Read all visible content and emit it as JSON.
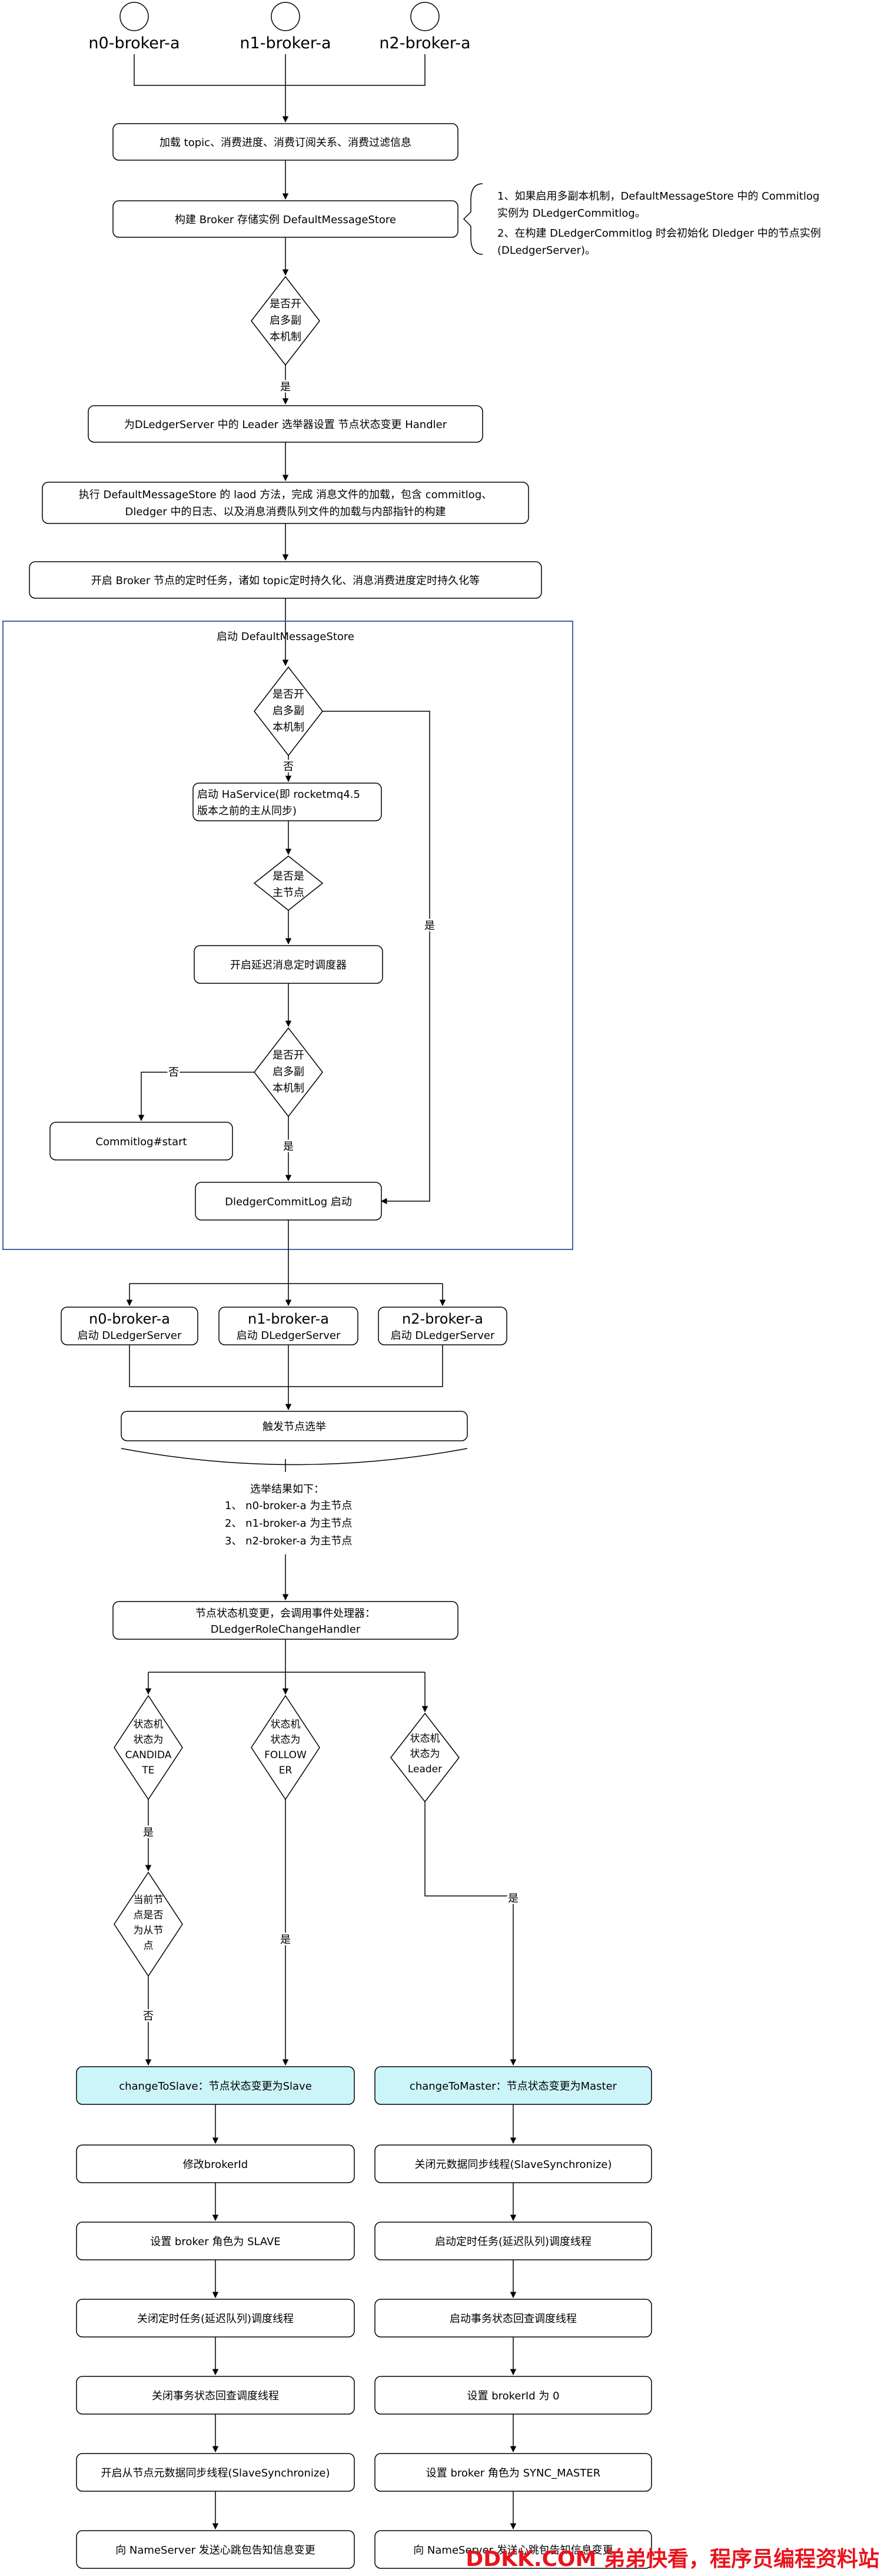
{
  "actors": [
    "n0-broker-a",
    "n1-broker-a",
    "n2-broker-a"
  ],
  "steps": {
    "load": "加载 topic、消费进度、消费订阅关系、消费过滤信息",
    "build_store": "构建 Broker 存储实例 DefaultMessageStore",
    "note_line1": "1、如果启用多副本机制，DefaultMessageStore 中的 Commitlog",
    "note_line2": "实例为 DLedgerCommitlog。",
    "note_line3": "2、在构建 DLedgerCommitlog 时会初始化 Dledger 中的节点实例",
    "note_line4": "(DLedgerServer)。",
    "dec1_line1": "是否开",
    "dec1_line2": "启多副",
    "dec1_line3": "本机制",
    "yes1": "是",
    "set_handler": "为DLedgerServer 中的 Leader 选举器设置 节点状态变更 Handler",
    "laod_line1": "执行 DefaultMessageStore 的 laod 方法，完成 消息文件的加载，包含 commitlog、",
    "laod_line2": "Dledger 中的日志、以及消息消费队列文件的加载与内部指针的构建",
    "timers": "开启 Broker 节点的定时任务，诸如 topic定时持久化、消息消费进度定时持久化等"
  },
  "start_group": {
    "title": "启动 DefaultMessageStore",
    "dec2_line1": "是否开",
    "dec2_line2": "启多副",
    "dec2_line3": "本机制",
    "no2": "否",
    "yes2": "是",
    "haservice_line1": "启动 HaService(即 rocketmq4.5",
    "haservice_line2": "版本之前的主从同步)",
    "master_line1": "是否是",
    "master_line2": "主节点",
    "delay": "开启延迟消息定时调度器",
    "dec3_line1": "是否开",
    "dec3_line2": "启多副",
    "dec3_line3": "本机制",
    "no3": "否",
    "yes3": "是",
    "commitlog_start": "Commitlog#start",
    "dledger_start": "DledgerCommitLog 启动"
  },
  "servers": {
    "sub": "启动 DLedgerServer",
    "names": [
      "n0-broker-a",
      "n1-broker-a",
      "n2-broker-a"
    ]
  },
  "election": {
    "trigger": "触发节点选举",
    "result_title": "选举结果如下：",
    "results": [
      "1、  n0-broker-a 为主节点",
      "2、  n1-broker-a 为主节点",
      "3、  n2-broker-a 为主节点"
    ]
  },
  "state_change": {
    "line1": "节点状态机变更，会调用事件处理器：",
    "line2": "DLedgerRoleChangeHandler"
  },
  "states": {
    "candidate": [
      "状态机",
      "状态为",
      "CANDIDA",
      "TE"
    ],
    "follower": [
      "状态机",
      "状态为",
      "FOLLOW",
      "ER"
    ],
    "leader": [
      "状态机",
      "状态为",
      "Leader"
    ],
    "yes_candidate": "是",
    "slave_check": [
      "当前节",
      "点是否",
      "为从节",
      "点"
    ],
    "no_slave": "否",
    "yes_follower": "是",
    "yes_leader": "是"
  },
  "slave_column": {
    "header": "changeToSlave：节点状态变更为Slave",
    "steps": [
      "修改brokerId",
      "设置 broker 角色为 SLAVE",
      "关闭定时任务(延迟队列)调度线程",
      "关闭事务状态回查调度线程",
      "开启从节点元数据同步线程(SlaveSynchronize)",
      "向 NameServer 发送心跳包告知信息变更"
    ]
  },
  "master_column": {
    "header": "changeToMaster：节点状态变更为Master",
    "steps": [
      "关闭元数据同步线程(SlaveSynchronize)",
      "启动定时任务(延迟队列)调度线程",
      "启动事务状态回查调度线程",
      "设置 brokerId 为 0",
      "设置 broker 角色为 SYNC_MASTER",
      "向 NameServer 发送心跳包告知信息变更"
    ]
  },
  "watermark": "DDKK.COM 弟弟快看，程序员编程资料站",
  "colors": {
    "cyan_fill": "#ccf5fa",
    "frame": "#2f5597",
    "watermark": "#e8141e"
  }
}
